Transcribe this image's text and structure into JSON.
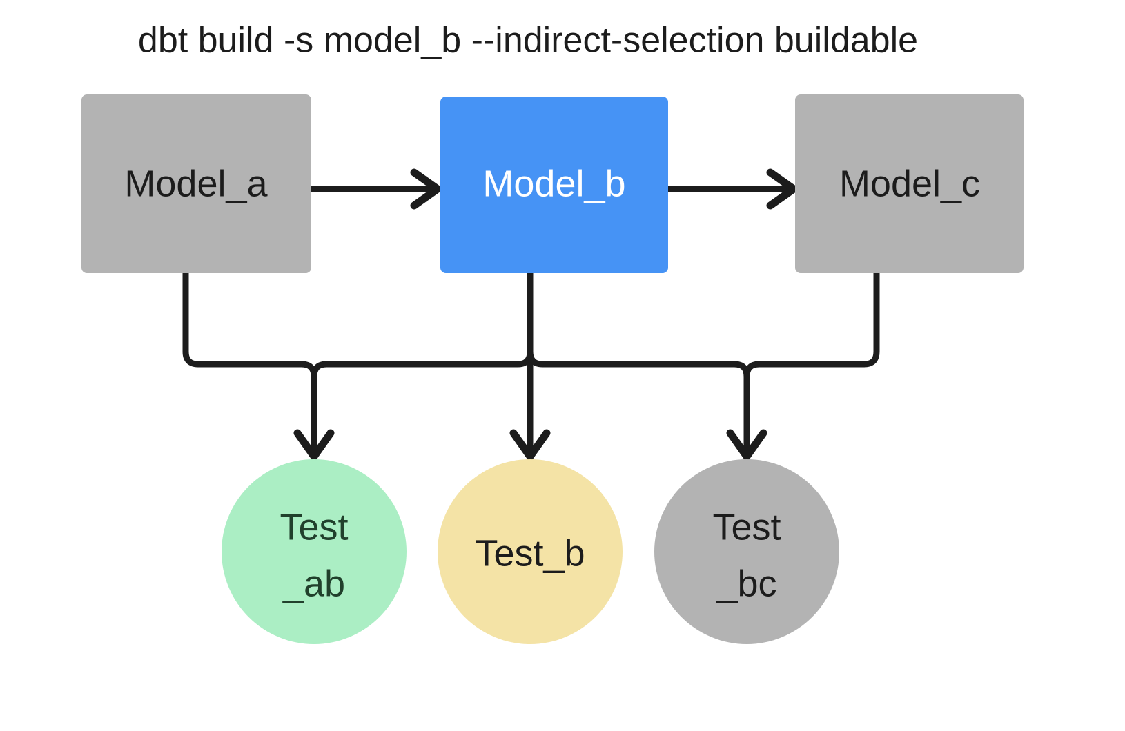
{
  "title": "dbt build -s model_b --indirect-selection buildable",
  "colors": {
    "background": "#ffffff",
    "gray": "#b3b3b3",
    "blue": "#4693f5",
    "green": "#abeec4",
    "yellow": "#f4e3a6",
    "edge": "#1c1c1c",
    "text_dark": "#1c1c1c",
    "text_light": "#ffffff",
    "text_green": "#21402c"
  },
  "models": [
    {
      "id": "model_a",
      "label": "Model_a",
      "state": "unselected",
      "color": "#b3b3b3"
    },
    {
      "id": "model_b",
      "label": "Model_b",
      "state": "selected",
      "color": "#4693f5"
    },
    {
      "id": "model_c",
      "label": "Model_c",
      "state": "unselected",
      "color": "#b3b3b3"
    }
  ],
  "tests": [
    {
      "id": "test_ab",
      "label_line1": "Test",
      "label_line2": "_ab",
      "state": "buildable",
      "color": "#abeec4"
    },
    {
      "id": "test_b",
      "label_line1": "Test_b",
      "label_line2": "",
      "state": "selected",
      "color": "#f4e3a6"
    },
    {
      "id": "test_bc",
      "label_line1": "Test",
      "label_line2": "_bc",
      "state": "excluded",
      "color": "#b3b3b3"
    }
  ],
  "edges": [
    {
      "from": "model_a",
      "to": "model_b",
      "kind": "straight-right"
    },
    {
      "from": "model_b",
      "to": "model_c",
      "kind": "straight-right"
    },
    {
      "from": "model_a",
      "to": "test_ab",
      "kind": "elbow-down-right"
    },
    {
      "from": "model_b",
      "to": "test_ab",
      "kind": "elbow-down-left"
    },
    {
      "from": "model_b",
      "to": "test_b",
      "kind": "straight-down"
    },
    {
      "from": "model_b",
      "to": "test_bc",
      "kind": "elbow-down-right"
    },
    {
      "from": "model_c",
      "to": "test_bc",
      "kind": "elbow-down-left"
    }
  ]
}
